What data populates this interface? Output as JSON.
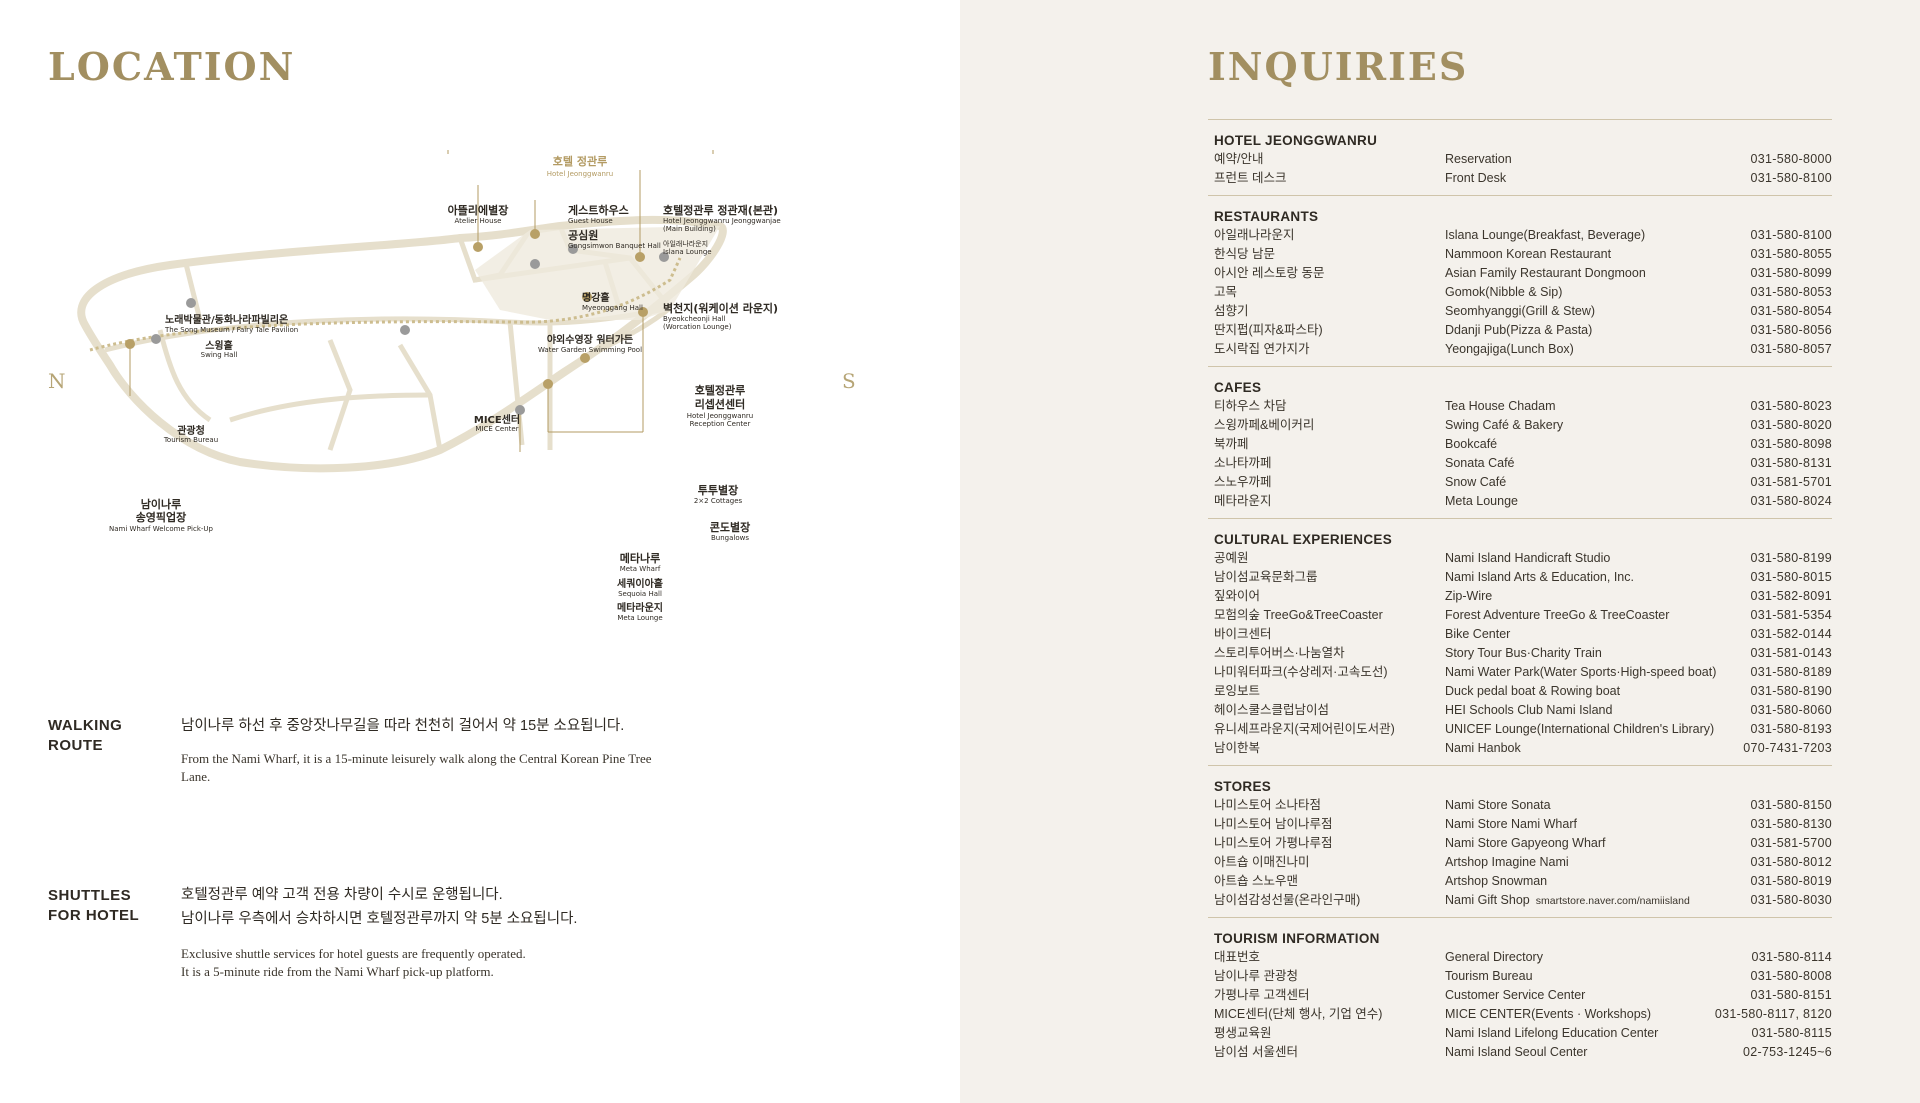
{
  "left": {
    "title": "LOCATION",
    "map": {
      "compass_n": "N",
      "compass_s": "S",
      "labels": {
        "hotel_ko": "호텔 정관루",
        "hotel_en": "Hotel Jeonggwanru",
        "atelier_ko": "아뜰리에별장",
        "atelier_en": "Atelier House",
        "guest_ko": "게스트하우스",
        "guest_en": "Guest House",
        "gongsim_ko": "공심원",
        "gongsim_en": "Gongsimwon Banquet Hall",
        "main_ko": "호텔정관루 정관재(본관)",
        "main_en1": "Hotel Jeonggwanru Jeonggwanjae",
        "main_en2": "(Main Building)",
        "islana_ko": "아일래나라운지",
        "islana_en": "Islana Lounge",
        "myeong_ko": "명강홀",
        "myeong_en": "Myeonggang Hall",
        "byeok_ko": "벽천지(워케이션 라운지)",
        "byeok_en1": "Byeokcheonji Hall",
        "byeok_en2": "(Worcation Lounge)",
        "song_ko": "노래박물관/동화나라파빌리온",
        "song_en": "The Song Museum / Fairy Tale Pavilion",
        "swing_ko": "스윙홀",
        "swing_en": "Swing Hall",
        "water_ko": "야외수영장 워터가든",
        "water_en": "Water Garden Swimming Pool",
        "reception_ko1": "호텔정관루",
        "reception_ko2": "리셉션센터",
        "reception_en1": "Hotel Jeonggwanru",
        "reception_en2": "Reception Center",
        "tourism_ko": "관광청",
        "tourism_en": "Tourism Bureau",
        "mice_ko": "MICE센터",
        "mice_en": "MICE Center",
        "nami_ko1": "남이나루",
        "nami_ko2": "송영픽업장",
        "nami_en": "Nami Wharf Welcome Pick-Up",
        "twotwo_ko": "투투별장",
        "twotwo_en": "2×2 Cottages",
        "condo_ko": "콘도별장",
        "condo_en": "Bungalows",
        "meta_ko": "메타나루",
        "meta_en": "Meta Wharf",
        "sequoia_ko": "세쿼이아홀",
        "sequoia_en": "Sequoia Hall",
        "metalounge_ko": "메타라운지",
        "metalounge_en": "Meta Lounge"
      }
    },
    "walking": {
      "label1": "WALKING",
      "label2": "ROUTE",
      "ko": "남이나루 하선 후 중앙잣나무길을 따라 천천히 걸어서 약 15분 소요됩니다.",
      "en": "From the Nami Wharf, it is a 15-minute leisurely walk along the Central Korean Pine Tree Lane."
    },
    "shuttle": {
      "label1": "SHUTTLES",
      "label2": "FOR HOTEL",
      "ko1": "호텔정관루 예약 고객 전용 차량이 수시로 운행됩니다.",
      "ko2": "남이나루 우측에서 승차하시면 호텔정관루까지 약 5분 소요됩니다.",
      "en1": "Exclusive shuttle services for hotel guests are frequently operated.",
      "en2": "It is a 5-minute ride from the Nami Wharf pick-up platform."
    }
  },
  "right": {
    "title": "INQUIRIES",
    "sections": [
      {
        "heading": "HOTEL JEONGGWANRU",
        "rows": [
          {
            "ko": "예약/안내",
            "en": "Reservation",
            "phone": "031-580-8000"
          },
          {
            "ko": "프런트 데스크",
            "en": "Front Desk",
            "phone": "031-580-8100"
          }
        ]
      },
      {
        "heading": "RESTAURANTS",
        "rows": [
          {
            "ko": "아일래나라운지",
            "en": "Islana Lounge(Breakfast, Beverage)",
            "phone": "031-580-8100"
          },
          {
            "ko": "한식당 남문",
            "en": "Nammoon Korean Restaurant",
            "phone": "031-580-8055"
          },
          {
            "ko": "아시안 레스토랑 동문",
            "en": "Asian Family Restaurant Dongmoon",
            "phone": "031-580-8099"
          },
          {
            "ko": "고목",
            "en": "Gomok(Nibble & Sip)",
            "phone": "031-580-8053"
          },
          {
            "ko": "섬향기",
            "en": "Seomhyanggi(Grill & Stew)",
            "phone": "031-580-8054"
          },
          {
            "ko": "딴지펍(피자&파스타)",
            "en": "Ddanji Pub(Pizza & Pasta)",
            "phone": "031-580-8056"
          },
          {
            "ko": "도시락집 연가지가",
            "en": "Yeongajiga(Lunch Box)",
            "phone": "031-580-8057"
          }
        ]
      },
      {
        "heading": "CAFES",
        "rows": [
          {
            "ko": "티하우스 차담",
            "en": "Tea House Chadam",
            "phone": "031-580-8023"
          },
          {
            "ko": "스윙까페&베이커리",
            "en": "Swing Café & Bakery",
            "phone": "031-580-8020"
          },
          {
            "ko": "북까페",
            "en": "Bookcafé",
            "phone": "031-580-8098"
          },
          {
            "ko": "소나타까페",
            "en": "Sonata Café",
            "phone": "031-580-8131"
          },
          {
            "ko": "스노우까페",
            "en": "Snow Café",
            "phone": "031-581-5701"
          },
          {
            "ko": "메타라운지",
            "en": "Meta Lounge",
            "phone": "031-580-8024"
          }
        ]
      },
      {
        "heading": "CULTURAL EXPERIENCES",
        "rows": [
          {
            "ko": "공예원",
            "en": "Nami Island Handicraft Studio",
            "phone": "031-580-8199"
          },
          {
            "ko": "남이섬교육문화그룹",
            "en": "Nami Island Arts & Education, Inc.",
            "phone": "031-580-8015"
          },
          {
            "ko": "짚와이어",
            "en": "Zip-Wire",
            "phone": "031-582-8091"
          },
          {
            "ko": "모험의숲 TreeGo&TreeCoaster",
            "en": "Forest Adventure TreeGo & TreeCoaster",
            "phone": "031-581-5354"
          },
          {
            "ko": "바이크센터",
            "en": "Bike Center",
            "phone": "031-582-0144"
          },
          {
            "ko": "스토리투어버스·나눔열차",
            "en": "Story Tour Bus·Charity Train",
            "phone": "031-581-0143"
          },
          {
            "ko": "나미워터파크(수상레저·고속도선)",
            "en": "Nami Water Park(Water Sports·High-speed boat)",
            "phone": "031-580-8189"
          },
          {
            "ko": "로잉보트",
            "en": "Duck pedal boat & Rowing boat",
            "phone": "031-580-8190"
          },
          {
            "ko": "헤이스쿨스클럽남이섬",
            "en": "HEI Schools Club Nami Island",
            "phone": "031-580-8060"
          },
          {
            "ko": "유니세프라운지(국제어린이도서관)",
            "en": "UNICEF Lounge(International Children's Library)",
            "phone": "031-580-8193"
          },
          {
            "ko": "남이한복",
            "en": "Nami Hanbok",
            "phone": "070-7431-7203"
          }
        ]
      },
      {
        "heading": "STORES",
        "rows": [
          {
            "ko": "나미스토어 소나타점",
            "en": "Nami Store Sonata",
            "phone": "031-580-8150"
          },
          {
            "ko": "나미스토어 남이나루점",
            "en": "Nami Store Nami Wharf",
            "phone": "031-580-8130"
          },
          {
            "ko": "나미스토어 가평나루점",
            "en": "Nami Store Gapyeong Wharf",
            "phone": "031-581-5700"
          },
          {
            "ko": "아트숍 이매진나미",
            "en": "Artshop Imagine Nami",
            "phone": "031-580-8012"
          },
          {
            "ko": "아트숍 스노우맨",
            "en": "Artshop Snowman",
            "phone": "031-580-8019"
          },
          {
            "ko": "남이섬감성선물(온라인구매)",
            "en": "Nami Gift Shop",
            "en_small": "smartstore.naver.com/namiisland",
            "phone": "031-580-8030"
          }
        ]
      },
      {
        "heading": "TOURISM INFORMATION",
        "rows": [
          {
            "ko": "대표번호",
            "en": "General Directory",
            "phone": "031-580-8114"
          },
          {
            "ko": "남이나루 관광청",
            "en": "Tourism Bureau",
            "phone": "031-580-8008"
          },
          {
            "ko": "가평나루 고객센터",
            "en": "Customer Service Center",
            "phone": "031-580-8151"
          },
          {
            "ko": "MICE센터(단체 행사, 기업 연수)",
            "en": "MICE CENTER(Events · Workshops)",
            "phone": "031-580-8117, 8120"
          },
          {
            "ko": "평생교육원",
            "en": "Nami Island Lifelong Education Center",
            "phone": "031-580-8115"
          },
          {
            "ko": "남이섬 서울센터",
            "en": "Nami Island Seoul Center",
            "phone": "02-753-1245~6"
          }
        ]
      }
    ]
  }
}
